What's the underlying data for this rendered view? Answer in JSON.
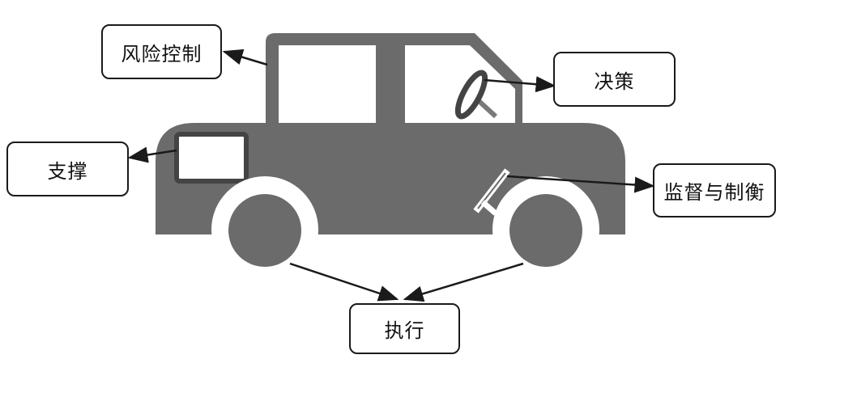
{
  "labels": {
    "risk_control": "风险控制",
    "decision": "决策",
    "support": "支撑",
    "supervision": "监督与制衡",
    "execution": "执行"
  },
  "colors": {
    "car_body": "#6b6b6b",
    "window": "#ffffff",
    "wheel": "#6b6b6b",
    "wheel_well": "#ffffff",
    "box_border": "#1a1a1a",
    "arrow": "#1a1a1a"
  },
  "icons": {
    "car": "car-icon",
    "steering_wheel": "steering-wheel-icon",
    "handbrake": "handbrake-icon",
    "glovebox": "glovebox-icon",
    "wheels": "wheel-icon"
  }
}
